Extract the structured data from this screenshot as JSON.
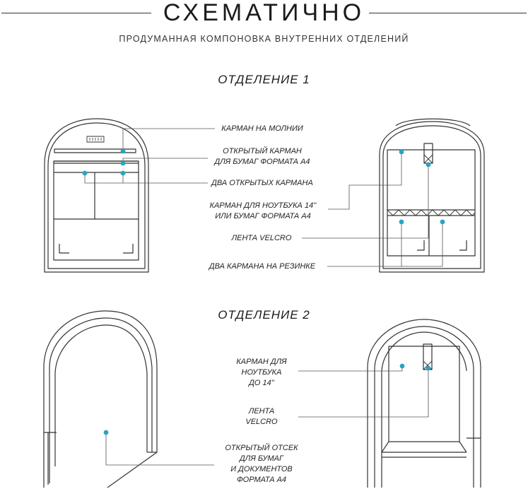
{
  "header": {
    "title": "СХЕМАТИЧНО",
    "subtitle": "ПРОДУМАННАЯ КОМПОНОВКА ВНУТРЕННИХ ОТДЕЛЕНИЙ"
  },
  "sections": [
    {
      "title": "ОТДЕЛЕНИЕ 1",
      "labels": [
        {
          "lines": [
            "КАРМАН НА МОЛНИИ"
          ]
        },
        {
          "lines": [
            "ОТКРЫТЫЙ КАРМАН",
            "ДЛЯ БУМАГ ФОРМАТА А4"
          ]
        },
        {
          "lines": [
            "ДВА ОТКРЫТЫХ КАРМАНА"
          ]
        },
        {
          "lines": [
            "КАРМАН ДЛЯ НОУТБУКА 14''",
            "ИЛИ БУМАГ ФОРМАТА А4"
          ]
        },
        {
          "lines": [
            "ЛЕНТА VELCRO"
          ]
        },
        {
          "lines": [
            "ДВА КАРМАНА НА РЕЗИНКЕ"
          ]
        }
      ]
    },
    {
      "title": "ОТДЕЛЕНИЕ 2",
      "labels": [
        {
          "lines": [
            "КАРМАН ДЛЯ",
            "НОУТБУКА",
            "ДО 14''"
          ]
        },
        {
          "lines": [
            "ЛЕНТА",
            "VELCRO"
          ]
        },
        {
          "lines": [
            "ОТКРЫТЫЙ ОТСЕК",
            "ДЛЯ БУМАГ",
            "И ДОКУМЕНТОВ",
            "ФОРМАТА А4"
          ]
        }
      ]
    }
  ],
  "colors": {
    "marker": "#2aa3c2",
    "stroke": "#333333",
    "leader": "#555555"
  }
}
